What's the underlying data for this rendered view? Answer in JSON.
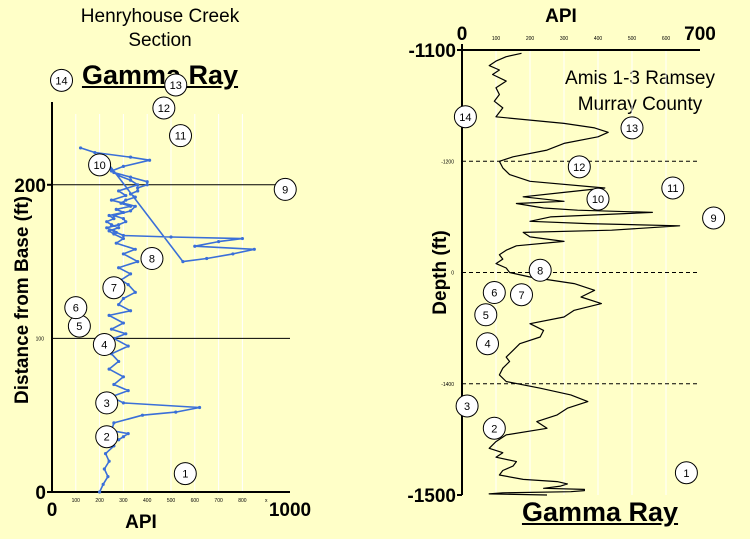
{
  "left_panel": {
    "title_lines": [
      "Henryhouse Creek",
      "Section"
    ],
    "chart_title": "Gamma Ray"
  },
  "right_panel": {
    "well_lines": [
      "Amis 1-3 Ramsey",
      "Murray County"
    ],
    "chart_title": "Gamma Ray"
  },
  "colors": {
    "background": "#ffffc8",
    "left_trace": "#3a6fd8",
    "right_trace": "#000000"
  },
  "chart_data": [
    {
      "type": "line",
      "title": "Gamma Ray",
      "xlabel": "API",
      "ylabel": "Distance from Base (ft)",
      "xlim": [
        0,
        1000
      ],
      "ylim": [
        0,
        250
      ],
      "x_ticks": [
        "0",
        "1000"
      ],
      "x_minor_ticks": [
        "100",
        "200",
        "300",
        "400",
        "500",
        "600",
        "700",
        "800",
        "x"
      ],
      "y_ticks": [
        "0",
        "200"
      ],
      "y_minor_ticks": [
        "100"
      ],
      "reference_lines_y": [
        100,
        200
      ],
      "markers": true,
      "series": [
        {
          "x": [
            200,
            215,
            235,
            220,
            240,
            225,
            260,
            250,
            280,
            300,
            320,
            250,
            260,
            380,
            520,
            620,
            300,
            250,
            320,
            260,
            300,
            240,
            280,
            250,
            320,
            260,
            310,
            250,
            300,
            240,
            330,
            280,
            300,
            350,
            320,
            290,
            330,
            280,
            360,
            300,
            350,
            270,
            300,
            260,
            240,
            280,
            250,
            230,
            260,
            240,
            300,
            270,
            330,
            290,
            310,
            350,
            330,
            360,
            360,
            400,
            400,
            330,
            260,
            250,
            240,
            550,
            650,
            760,
            850,
            600,
            700,
            800,
            500,
            300,
            270,
            260,
            230,
            280,
            310,
            300,
            260,
            330,
            350,
            300,
            250,
            310,
            280,
            360,
            330,
            280,
            250,
            300,
            410,
            330,
            180,
            120
          ],
          "y": [
            0,
            5,
            10,
            15,
            20,
            25,
            30,
            32,
            34,
            36,
            38,
            40,
            45,
            50,
            52,
            55,
            58,
            62,
            66,
            70,
            75,
            80,
            85,
            90,
            95,
            100,
            103,
            106,
            110,
            115,
            118,
            122,
            126,
            130,
            135,
            138,
            142,
            146,
            150,
            155,
            158,
            162,
            165,
            168,
            170,
            172,
            174,
            176,
            178,
            180,
            182,
            184,
            186,
            188,
            190,
            192,
            194,
            196,
            198,
            200,
            202,
            205,
            208,
            210,
            213,
            150,
            152,
            155,
            158,
            160,
            163,
            165,
            166,
            167,
            169,
            170,
            172,
            174,
            176,
            178,
            180,
            183,
            186,
            188,
            190,
            193,
            196,
            200,
            203,
            206,
            209,
            212,
            216,
            218,
            221,
            224
          ]
        }
      ],
      "annotations": [
        {
          "label": "1",
          "x": 560,
          "y": 12
        },
        {
          "label": "2",
          "x": 230,
          "y": 36
        },
        {
          "label": "3",
          "x": 230,
          "y": 58
        },
        {
          "label": "4",
          "x": 220,
          "y": 96
        },
        {
          "label": "5",
          "x": 115,
          "y": 108
        },
        {
          "label": "6",
          "x": 100,
          "y": 120
        },
        {
          "label": "7",
          "x": 260,
          "y": 133
        },
        {
          "label": "8",
          "x": 420,
          "y": 152
        },
        {
          "label": "9",
          "x": 980,
          "y": 197
        },
        {
          "label": "10",
          "x": 200,
          "y": 213
        },
        {
          "label": "11",
          "x": 540,
          "y": 232
        },
        {
          "label": "12",
          "x": 470,
          "y": 250
        },
        {
          "label": "13",
          "x": 520,
          "y": 265
        },
        {
          "label": "14",
          "x": 40,
          "y": 268
        }
      ]
    },
    {
      "type": "line",
      "title": "Gamma Ray",
      "xlabel": "API",
      "ylabel": "Depth (ft)",
      "xlim": [
        0,
        700
      ],
      "ylim": [
        -1500,
        -1100
      ],
      "x_ticks": [
        "0",
        "700"
      ],
      "x_minor_ticks": [
        "100",
        "200",
        "300",
        "400",
        "500",
        "600"
      ],
      "y_ticks": [
        "-1100",
        "-1500"
      ],
      "y_minor_ticks": [
        "-1200",
        "0",
        "-1400"
      ],
      "reference_lines_y": [
        -1200,
        -1300,
        -1400
      ],
      "series": [
        {
          "x": [
            175,
            130,
            100,
            80,
            110,
            90,
            130,
            100,
            110,
            95,
            120,
            100,
            300,
            390,
            430,
            400,
            300,
            250,
            150,
            110,
            120,
            140,
            200,
            420,
            300,
            180,
            300,
            160,
            240,
            340,
            560,
            260,
            200,
            370,
            640,
            440,
            180,
            200,
            300,
            160,
            130,
            110,
            120,
            100,
            130,
            140,
            200,
            330,
            390,
            350,
            410,
            330,
            300,
            200,
            240,
            230,
            170,
            150,
            130,
            140,
            120,
            110,
            130,
            230,
            320,
            370,
            310,
            280,
            220,
            250,
            130,
            100,
            80,
            120,
            100,
            160,
            150,
            120,
            110,
            180,
            280,
            310,
            290,
            240,
            360,
            360,
            320,
            120,
            80,
            250
          ],
          "y": [
            -1103,
            -1106,
            -1110,
            -1114,
            -1118,
            -1122,
            -1128,
            -1134,
            -1140,
            -1146,
            -1152,
            -1160,
            -1166,
            -1170,
            -1174,
            -1178,
            -1184,
            -1190,
            -1196,
            -1200,
            -1206,
            -1212,
            -1218,
            -1224,
            -1228,
            -1232,
            -1236,
            -1238,
            -1242,
            -1244,
            -1246,
            -1250,
            -1254,
            -1256,
            -1258,
            -1262,
            -1264,
            -1268,
            -1272,
            -1276,
            -1280,
            -1284,
            -1288,
            -1292,
            -1296,
            -1300,
            -1304,
            -1310,
            -1316,
            -1322,
            -1328,
            -1334,
            -1340,
            -1346,
            -1352,
            -1358,
            -1364,
            -1370,
            -1376,
            -1380,
            -1386,
            -1392,
            -1398,
            -1404,
            -1410,
            -1416,
            -1422,
            -1428,
            -1434,
            -1440,
            -1446,
            -1452,
            -1458,
            -1462,
            -1466,
            -1470,
            -1474,
            -1478,
            -1482,
            -1486,
            -1488,
            -1490,
            -1492,
            -1494,
            -1495,
            -1496,
            -1497,
            -1498,
            -1499,
            -1500
          ]
        }
      ],
      "annotations": [
        {
          "label": "1",
          "x": 660,
          "y": -1480
        },
        {
          "label": "2",
          "x": 95,
          "y": -1440
        },
        {
          "label": "3",
          "x": 15,
          "y": -1420
        },
        {
          "label": "4",
          "x": 75,
          "y": -1364
        },
        {
          "label": "5",
          "x": 70,
          "y": -1338
        },
        {
          "label": "6",
          "x": 95,
          "y": -1318
        },
        {
          "label": "7",
          "x": 175,
          "y": -1320
        },
        {
          "label": "8",
          "x": 230,
          "y": -1298
        },
        {
          "label": "9",
          "x": 740,
          "y": -1251
        },
        {
          "label": "10",
          "x": 400,
          "y": -1234
        },
        {
          "label": "11",
          "x": 620,
          "y": -1224
        },
        {
          "label": "12",
          "x": 345,
          "y": -1205
        },
        {
          "label": "13",
          "x": 500,
          "y": -1170
        },
        {
          "label": "14",
          "x": 10,
          "y": -1160
        }
      ]
    }
  ]
}
